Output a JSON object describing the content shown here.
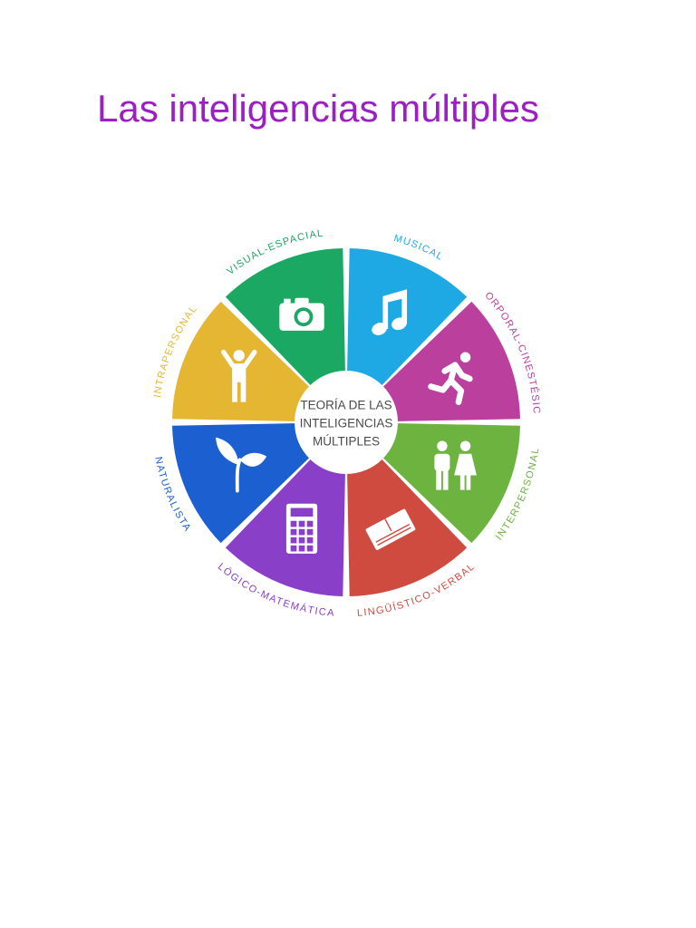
{
  "document": {
    "title": "Las inteligencias múltiples"
  },
  "wheel": {
    "center_label_lines": [
      "TEORÍA DE LAS",
      "INTELIGENCIAS",
      "MÚLTIPLES"
    ],
    "center_text_color": "#4a4a4a",
    "segments": [
      {
        "key": "musical",
        "label": "MUSICAL",
        "color": "#1ea9e4",
        "icon": "music-note-icon"
      },
      {
        "key": "corporal",
        "label": "CORPORAL-CINESTÉSICA",
        "color": "#bb3f9d",
        "icon": "running-person-icon"
      },
      {
        "key": "interpersonal",
        "label": "INTERPERSONAL",
        "color": "#6cb33f",
        "icon": "people-icon"
      },
      {
        "key": "linguistico",
        "label": "LINGÜÍSTICO-VERBAL",
        "color": "#cf4a3f",
        "icon": "book-icon"
      },
      {
        "key": "logico",
        "label": "LÓGICO-MATEMÁTICA",
        "color": "#8a3fc8",
        "icon": "calculator-icon"
      },
      {
        "key": "naturalista",
        "label": "NATURALISTA",
        "color": "#1b5fd1",
        "icon": "leaf-icon"
      },
      {
        "key": "intrapersonal",
        "label": "INTRAPERSONAL",
        "color": "#e5b632",
        "icon": "person-arms-up-icon"
      },
      {
        "key": "visual",
        "label": "VISUAL-ESPACIAL",
        "color": "#1aa862",
        "icon": "camera-icon"
      }
    ]
  }
}
